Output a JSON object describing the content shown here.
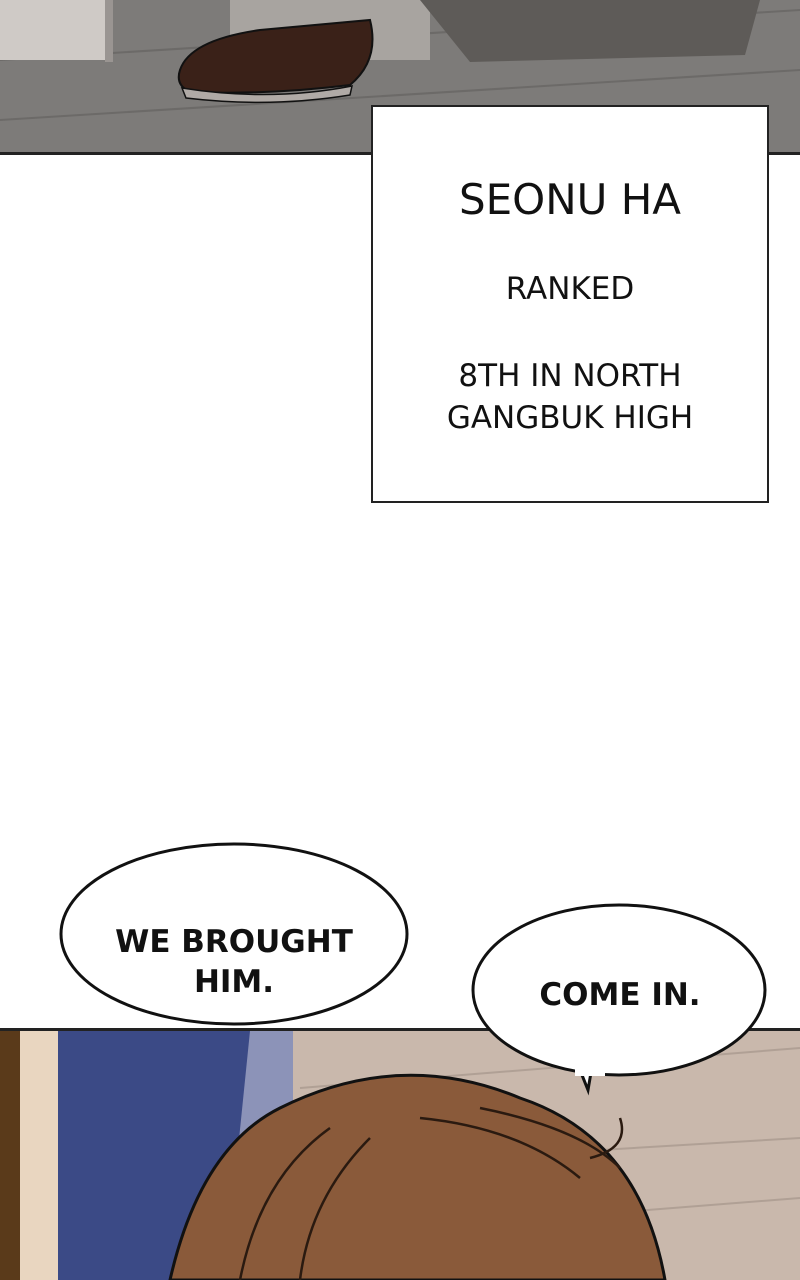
{
  "caption": {
    "name": "SEONU HA",
    "rank_label": "RANKED",
    "position": "8TH IN NORTH GANGBUK HIGH"
  },
  "bubbles": [
    {
      "text": "WE BROUGHT HIM."
    },
    {
      "text": "COME IN."
    }
  ],
  "colors": {
    "floor": "#7d7b79",
    "hair": "#8a5a3a",
    "night_sky": "#3b4a86",
    "wall": "#c9b8ac"
  }
}
